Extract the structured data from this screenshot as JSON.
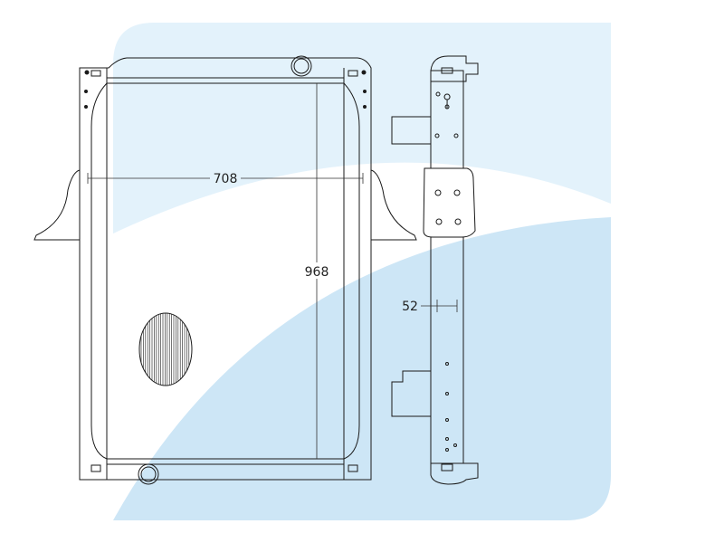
{
  "colors": {
    "bg_light": "#e3f2fb",
    "bg_mid": "#cde6f6",
    "line": "#1a1a1a"
  },
  "dimensions": {
    "width": "708",
    "height": "968",
    "depth": "52"
  }
}
